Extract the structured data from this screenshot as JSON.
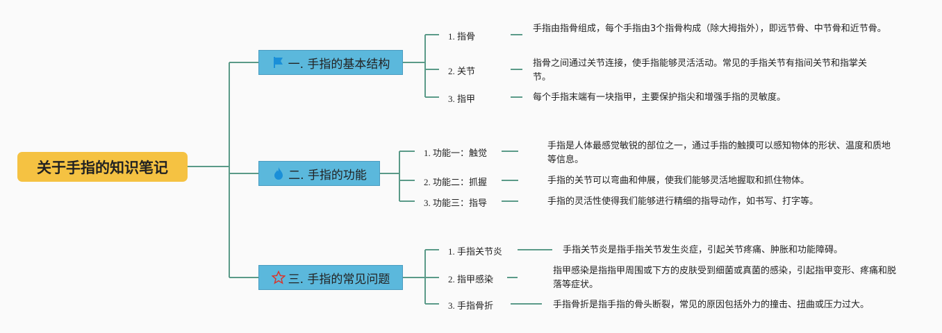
{
  "root": {
    "title": "关于手指的知识笔记"
  },
  "branches": [
    {
      "title": "一. 手指的基本结构",
      "icon": "flag-icon",
      "leaves": [
        {
          "label": "1. 指骨",
          "desc": "手指由指骨组成，每个手指由3个指骨构成（除大拇指外），即远节骨、中节骨和近节骨。"
        },
        {
          "label": "2. 关节",
          "desc": "指骨之间通过关节连接，使手指能够灵活活动。常见的手指关节有指间关节和指掌关节。"
        },
        {
          "label": "3. 指甲",
          "desc": "每个手指末端有一块指甲，主要保护指尖和增强手指的灵敏度。"
        }
      ]
    },
    {
      "title": "二. 手指的功能",
      "icon": "fire-icon",
      "leaves": [
        {
          "label": "1. 功能一：触觉",
          "desc": "手指是人体最感觉敏锐的部位之一，通过手指的触摸可以感知物体的形状、温度和质地等信息。"
        },
        {
          "label": "2. 功能二：抓握",
          "desc": "手指的关节可以弯曲和伸展，使我们能够灵活地握取和抓住物体。"
        },
        {
          "label": "3. 功能三：指导",
          "desc": "手指的灵活性使得我们能够进行精细的指导动作，如书写、打字等。"
        }
      ]
    },
    {
      "title": "三. 手指的常见问题",
      "icon": "star-icon",
      "leaves": [
        {
          "label": "1. 手指关节炎",
          "desc": "手指关节炎是指手指关节发生炎症，引起关节疼痛、肿胀和功能障碍。"
        },
        {
          "label": "2. 指甲感染",
          "desc": "指甲感染是指指甲周围或下方的皮肤受到细菌或真菌的感染，引起指甲变形、疼痛和脱落等症状。"
        },
        {
          "label": "3. 手指骨折",
          "desc": "手指骨折是指手指的骨头断裂，常见的原因包括外力的撞击、扭曲或压力过大。"
        }
      ]
    }
  ],
  "colors": {
    "line": "#5a9a88",
    "root": "#f5c242",
    "branch": "#5bb8dc"
  }
}
